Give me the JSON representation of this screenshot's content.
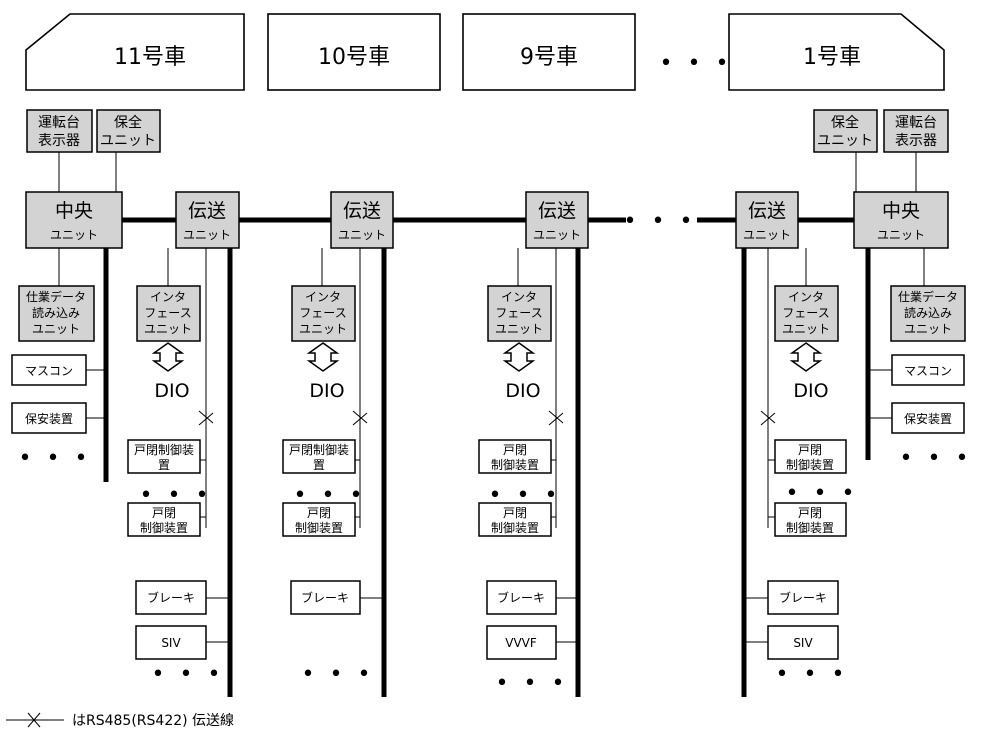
{
  "cars": {
    "car11": "11号車",
    "car10": "10号車",
    "car9": "9号車",
    "car1": "1号車",
    "between_dots": "• • •"
  },
  "left_end": {
    "console_display": [
      "運転台",
      "表示器"
    ],
    "maintenance": [
      "保全",
      "ユニット"
    ],
    "central": [
      "中央",
      "ユニット"
    ],
    "spec_reader": [
      "仕業データ",
      "読み込み",
      "ユニット"
    ],
    "mascon": "マスコン",
    "safety": "保安装置",
    "dots": "• • •"
  },
  "right_end": {
    "console_display": [
      "運転台",
      "表示器"
    ],
    "maintenance": [
      "保全",
      "ユニット"
    ],
    "central": [
      "中央",
      "ユニット"
    ],
    "spec_reader": [
      "仕業データ",
      "読み込み",
      "ユニット"
    ],
    "mascon": "マスコン",
    "safety": "保安装置",
    "dots": "• • •"
  },
  "transmission_unit": [
    "伝送",
    "ユニット"
  ],
  "interface_unit": [
    "インタ",
    "フェース",
    "ユニット"
  ],
  "dio": "DIO",
  "door_control_a": [
    "戸閉制御装",
    "置"
  ],
  "door_control_b": [
    "戸閉",
    "制御装置"
  ],
  "brake": "ブレーキ",
  "siv": "SIV",
  "vvvf": "VVVF",
  "bus_dots": "• • •",
  "dots": "• • •",
  "legend": "はRS485(RS422) 伝送線"
}
